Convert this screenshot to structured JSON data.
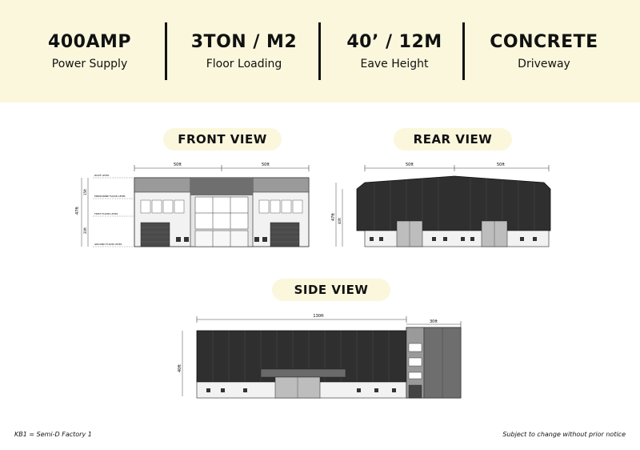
{
  "specs": [
    {
      "value": "400AMP",
      "label": "Power Supply"
    },
    {
      "value": "3TON / M2",
      "label": "Floor Loading"
    },
    {
      "value": "40’ / 12M",
      "label": "Eave Height"
    },
    {
      "value": "CONCRETE",
      "label": "Driveway"
    }
  ],
  "views": {
    "front": {
      "title": "FRONT VIEW",
      "dim_left": "50ft",
      "dim_right": "50ft",
      "height_total": "47ft",
      "height_upper": "15ft",
      "height_lower": "20ft",
      "level_labels": [
        "ROOF LEVEL",
        "MEZZANINE FLOOR LEVEL",
        "FIRST FLOOR LEVEL",
        "GROUND FLOOR LEVEL"
      ]
    },
    "rear": {
      "title": "REAR VIEW",
      "dim_left": "50ft",
      "dim_right": "50ft",
      "height_total": "47ft",
      "height_inner": "40ft"
    },
    "side": {
      "title": "SIDE VIEW",
      "dim_main": "130ft",
      "dim_office": "30ft",
      "height": "40ft"
    }
  },
  "footer": {
    "left": "KB1 = Semi-D Factory 1",
    "right": "Subject to change without prior notice"
  }
}
